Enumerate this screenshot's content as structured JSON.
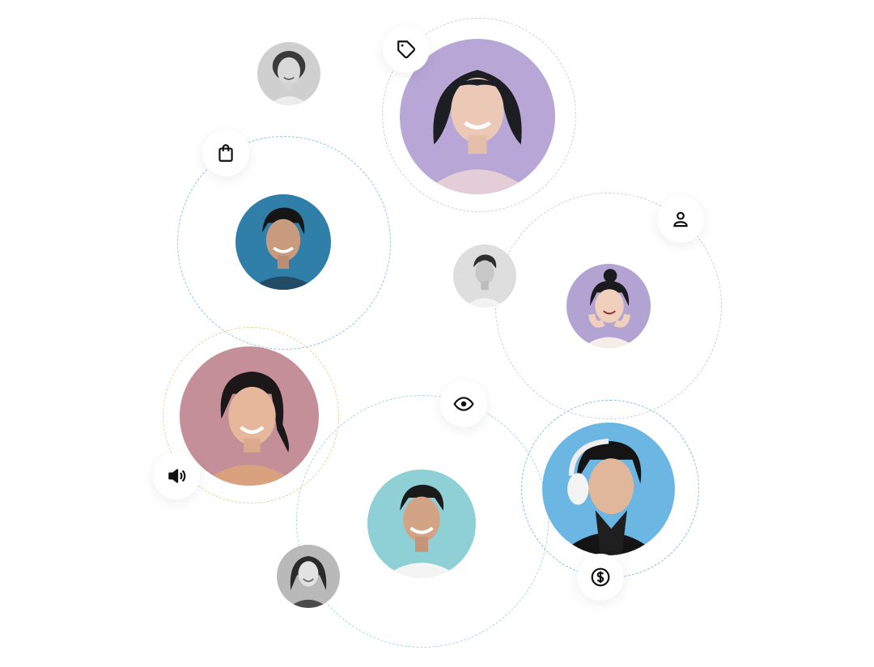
{
  "colors": {
    "ring_gray": "#cfcfcf",
    "ring_blue": "#8fc7de",
    "ring_orange": "#f4cf8e",
    "ring_teal": "#a9d6de",
    "icon": "#111111",
    "badge_bg": "#ffffff"
  },
  "icons": [
    "tag-icon",
    "shopping-bag-icon",
    "person-icon",
    "eye-icon",
    "speaker-icon",
    "dollar-coin-icon"
  ],
  "avatars": [
    {
      "name": "avatar-grayscale-woman-top",
      "tone": "grayscale"
    },
    {
      "name": "avatar-woman-purple",
      "background": "#b8a7d6"
    },
    {
      "name": "avatar-man-blue",
      "background": "#2f7fa8"
    },
    {
      "name": "avatar-grayscale-man",
      "tone": "grayscale"
    },
    {
      "name": "avatar-woman-lavender",
      "background": "#b3a3d3"
    },
    {
      "name": "avatar-woman-rose",
      "background": "#c48f98"
    },
    {
      "name": "avatar-man-teal",
      "background": "#8fd0d6"
    },
    {
      "name": "avatar-man-headphones",
      "background": "#6cb6e3"
    },
    {
      "name": "avatar-grayscale-woman-bottom",
      "tone": "grayscale"
    }
  ]
}
